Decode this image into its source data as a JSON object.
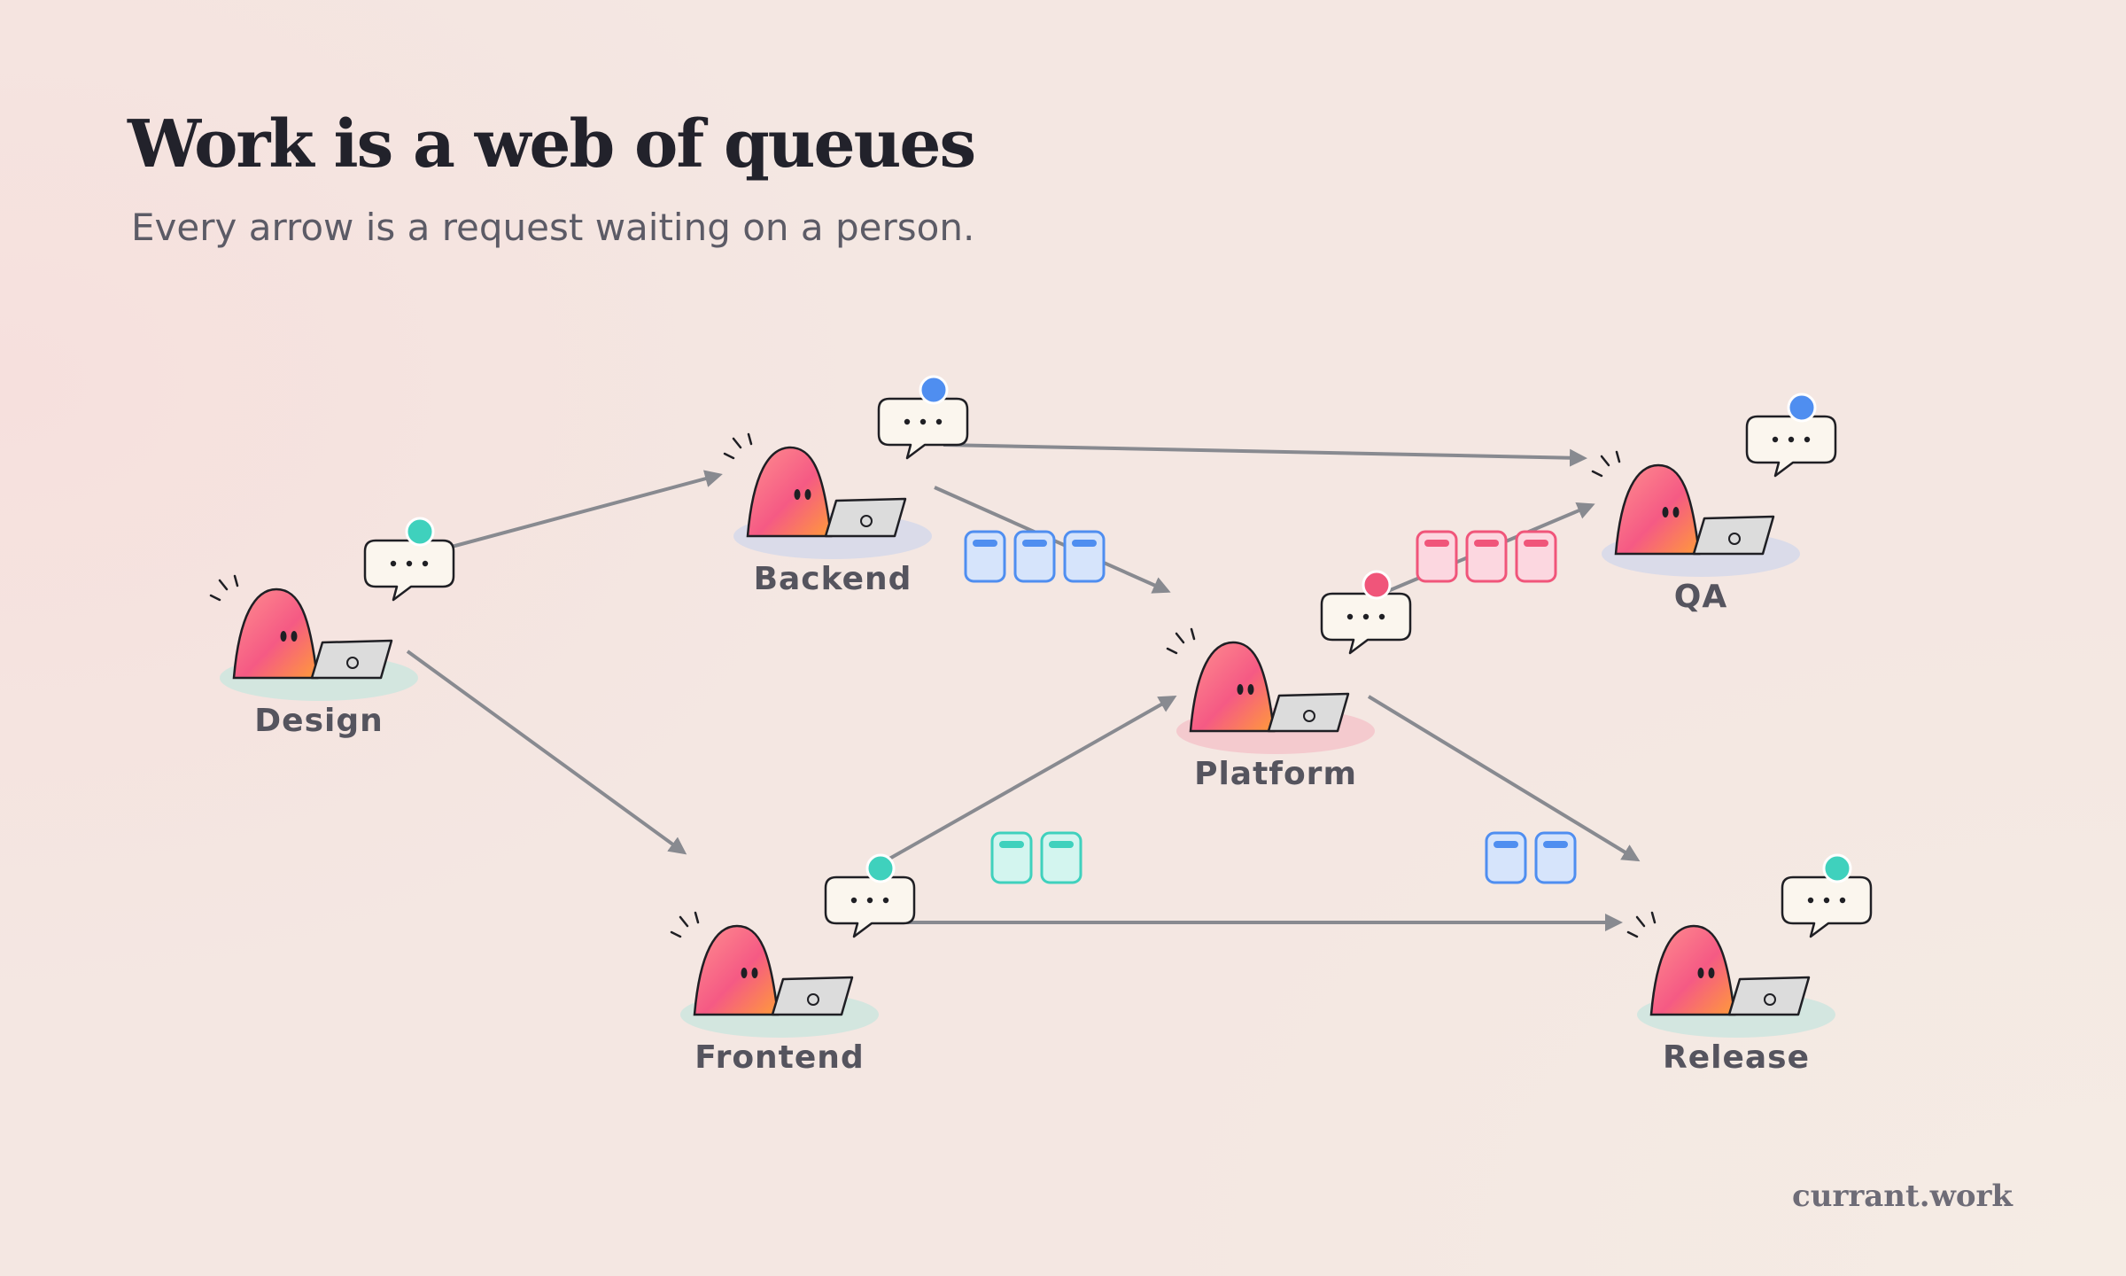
{
  "header": {
    "title": "Work is a web of queues",
    "subtitle": "Every arrow is a request waiting on a person."
  },
  "brand": "currant.work",
  "colors": {
    "teal": "#3fd1bd",
    "blue": "#4f8ef0",
    "pink": "#f0557a",
    "arrow": "#888a90",
    "label": "#55545e"
  },
  "nodes": [
    {
      "id": "design",
      "label": "Design",
      "status": "teal",
      "icon": "person-at-laptop-icon"
    },
    {
      "id": "backend",
      "label": "Backend",
      "status": "blue",
      "icon": "person-at-laptop-icon"
    },
    {
      "id": "frontend",
      "label": "Frontend",
      "status": "teal",
      "icon": "person-at-laptop-icon"
    },
    {
      "id": "platform",
      "label": "Platform",
      "status": "pink",
      "icon": "person-at-laptop-icon"
    },
    {
      "id": "qa",
      "label": "QA",
      "status": "blue",
      "icon": "person-at-laptop-icon"
    },
    {
      "id": "release",
      "label": "Release",
      "status": "teal",
      "icon": "person-at-laptop-icon"
    }
  ],
  "edges": [
    {
      "from": "design",
      "to": "backend",
      "queue": 0,
      "queue_color": ""
    },
    {
      "from": "design",
      "to": "frontend",
      "queue": 0,
      "queue_color": ""
    },
    {
      "from": "backend",
      "to": "qa",
      "queue": 0,
      "queue_color": ""
    },
    {
      "from": "backend",
      "to": "platform",
      "queue": 3,
      "queue_color": "blue"
    },
    {
      "from": "frontend",
      "to": "platform",
      "queue": 2,
      "queue_color": "teal"
    },
    {
      "from": "frontend",
      "to": "release",
      "queue": 0,
      "queue_color": ""
    },
    {
      "from": "platform",
      "to": "qa",
      "queue": 3,
      "queue_color": "pink"
    },
    {
      "from": "platform",
      "to": "release",
      "queue": 2,
      "queue_color": "blue"
    }
  ]
}
